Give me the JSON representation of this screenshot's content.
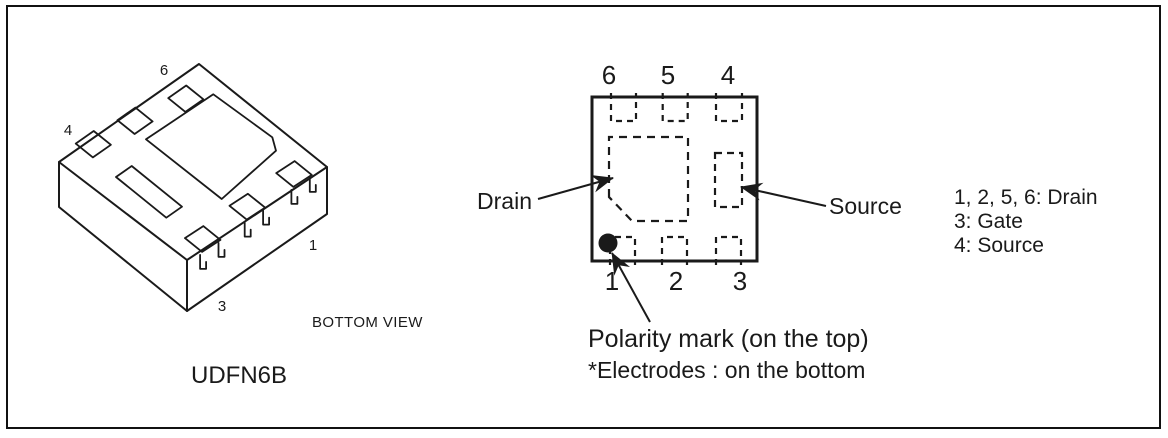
{
  "colors": {
    "ink": "#1a1a1a",
    "background": "#ffffff"
  },
  "iso_drawing": {
    "pin6": "6",
    "pin4": "4",
    "pin1": "1",
    "pin3": "3",
    "view_label": "BOTTOM VIEW",
    "package_name": "UDFN6B"
  },
  "pad_layout": {
    "top_pins": [
      "6",
      "5",
      "4"
    ],
    "bottom_pins": [
      "1",
      "2",
      "3"
    ],
    "drain_label": "Drain",
    "source_label": "Source"
  },
  "legend": {
    "lines": [
      "1, 2, 5, 6: Drain",
      "3: Gate",
      "4: Source"
    ]
  },
  "notes": {
    "polarity": "Polarity mark (on the top)",
    "electrodes": "*Electrodes : on the bottom"
  }
}
